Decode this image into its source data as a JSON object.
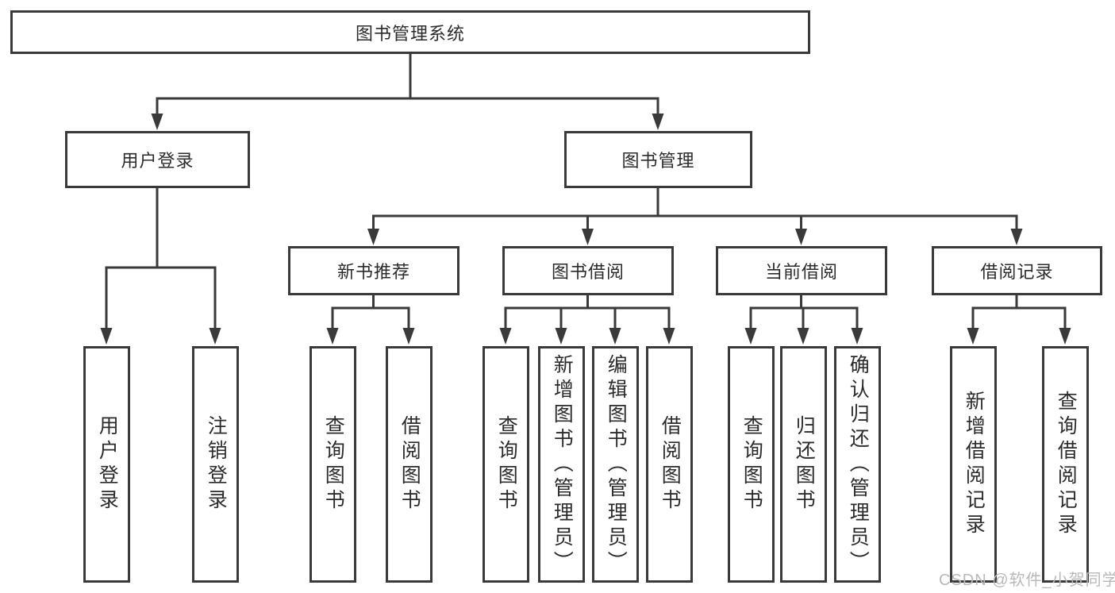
{
  "diagram": {
    "root": {
      "label": "图书管理系统"
    },
    "level2": {
      "user_login": {
        "label": "用户登录"
      },
      "book_management": {
        "label": "图书管理"
      }
    },
    "level3": {
      "new_book_recommend": {
        "label": "新书推荐"
      },
      "book_borrow": {
        "label": "图书借阅"
      },
      "current_borrow": {
        "label": "当前借阅"
      },
      "borrow_record": {
        "label": "借阅记录"
      }
    },
    "leaves": {
      "user_login": {
        "label": "用户登录"
      },
      "logout": {
        "label": "注销登录"
      },
      "rec_query_book": {
        "label": "查询图书"
      },
      "rec_borrow_book": {
        "label": "借阅图书"
      },
      "bb_query_book": {
        "label": "查询图书"
      },
      "bb_add_book": {
        "label": "新增图书（管理员）"
      },
      "bb_edit_book": {
        "label": "编辑图书（管理员）"
      },
      "bb_borrow_book": {
        "label": "借阅图书"
      },
      "cb_query_book": {
        "label": "查询图书"
      },
      "cb_return_book": {
        "label": "归还图书"
      },
      "cb_confirm_return": {
        "label": "确认归还（管理员）"
      },
      "br_add_record": {
        "label": "新增借阅记录"
      },
      "br_query_record": {
        "label": "查询借阅记录"
      }
    }
  },
  "watermark": {
    "text": "CSDN @软件_小贺同学"
  },
  "colors": {
    "line": "#3a3a3a",
    "text": "#2b2b2b",
    "watermark": "#b9b9b9",
    "background": "#ffffff"
  }
}
